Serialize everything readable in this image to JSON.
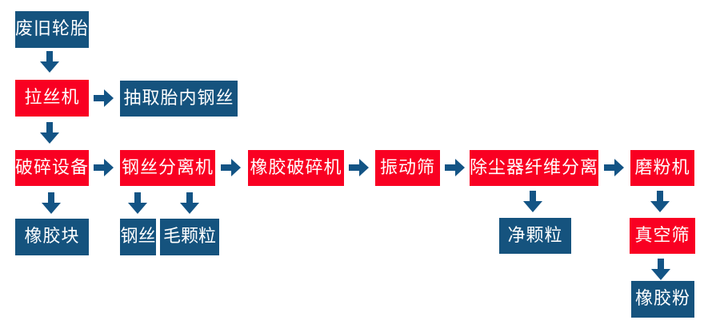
{
  "colors": {
    "box_red": "#f90022",
    "box_blue": "#15537e",
    "arrow_blue": "#135485",
    "text": "#ffffff",
    "background": "#ffffff"
  },
  "nodes": {
    "waste_tires": "废旧轮胎",
    "wire_drawing_machine": "拉丝机",
    "extract_inner_steel_wire": "抽取胎内钢丝",
    "crushing_equipment": "破碎设备",
    "steel_wire_separator": "钢丝分离机",
    "rubber_crusher": "橡胶破碎机",
    "vibrating_screen": "振动筛",
    "dust_collector_fiber_separation": "除尘器纤维分离",
    "grinding_machine": "磨粉机",
    "rubber_block": "橡胶块",
    "steel_wire": "钢丝",
    "raw_granules": "毛颗粒",
    "clean_granules": "净颗粒",
    "vacuum_screen": "真空筛",
    "rubber_powder": "橡胶粉"
  },
  "edges": [
    {
      "from": "waste_tires",
      "to": "wire_drawing_machine"
    },
    {
      "from": "wire_drawing_machine",
      "to": "extract_inner_steel_wire"
    },
    {
      "from": "wire_drawing_machine",
      "to": "crushing_equipment"
    },
    {
      "from": "crushing_equipment",
      "to": "steel_wire_separator"
    },
    {
      "from": "crushing_equipment",
      "to": "rubber_block"
    },
    {
      "from": "steel_wire_separator",
      "to": "rubber_crusher"
    },
    {
      "from": "steel_wire_separator",
      "to": "steel_wire"
    },
    {
      "from": "steel_wire_separator",
      "to": "raw_granules"
    },
    {
      "from": "rubber_crusher",
      "to": "vibrating_screen"
    },
    {
      "from": "vibrating_screen",
      "to": "dust_collector_fiber_separation"
    },
    {
      "from": "dust_collector_fiber_separation",
      "to": "grinding_machine"
    },
    {
      "from": "dust_collector_fiber_separation",
      "to": "clean_granules"
    },
    {
      "from": "grinding_machine",
      "to": "vacuum_screen"
    },
    {
      "from": "vacuum_screen",
      "to": "rubber_powder"
    }
  ]
}
